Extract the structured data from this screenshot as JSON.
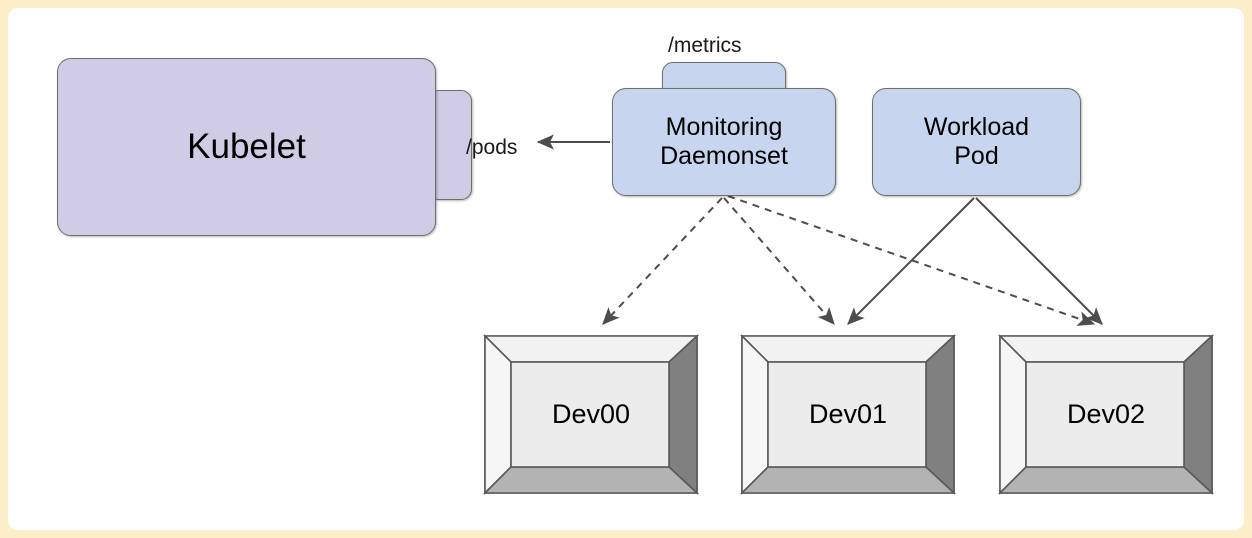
{
  "canvas": {
    "frame_color": "#fbeec8",
    "background_color": "#ffffff"
  },
  "nodes": {
    "kubelet": {
      "label": "Kubelet",
      "fill": "#d1cce5",
      "stroke": "#6e6e6e",
      "port_label": "/pods"
    },
    "monitoring_daemonset": {
      "label": "Monitoring\nDaemonset",
      "fill": "#c7d5ef",
      "stroke": "#6e6e6e",
      "port_label": "/metrics"
    },
    "workload_pod": {
      "label": "Workload\nPod",
      "fill": "#c7d5ef",
      "stroke": "#6e6e6e"
    }
  },
  "devices": [
    {
      "label": "Dev00"
    },
    {
      "label": "Dev01"
    },
    {
      "label": "Dev02"
    }
  ],
  "device_style": {
    "face_fill": "#ececec",
    "top_fill": "#f2f2f2",
    "left_fill": "#f2f2f2",
    "right_fill": "#808080",
    "bottom_fill": "#b3b3b3",
    "stroke": "#595959"
  },
  "edges": [
    {
      "name": "monitoring-to-pods",
      "from": "monitoring_daemonset",
      "to": "kubelet_pods_port",
      "style": "solid",
      "arrow": "end"
    },
    {
      "name": "monitoring-to-dev00",
      "from": "monitoring_daemonset",
      "to": "Dev00",
      "style": "dashed",
      "arrow": "end"
    },
    {
      "name": "monitoring-to-dev01",
      "from": "monitoring_daemonset",
      "to": "Dev01",
      "style": "dashed",
      "arrow": "end"
    },
    {
      "name": "monitoring-to-dev02",
      "from": "monitoring_daemonset",
      "to": "Dev02",
      "style": "dashed",
      "arrow": "end"
    },
    {
      "name": "workload-to-dev01",
      "from": "workload_pod",
      "to": "Dev01",
      "style": "solid",
      "arrow": "end"
    },
    {
      "name": "workload-to-dev02",
      "from": "workload_pod",
      "to": "Dev02",
      "style": "solid",
      "arrow": "end"
    }
  ],
  "edge_style": {
    "stroke": "#4d4d4d",
    "dash_pattern": "7 6"
  }
}
